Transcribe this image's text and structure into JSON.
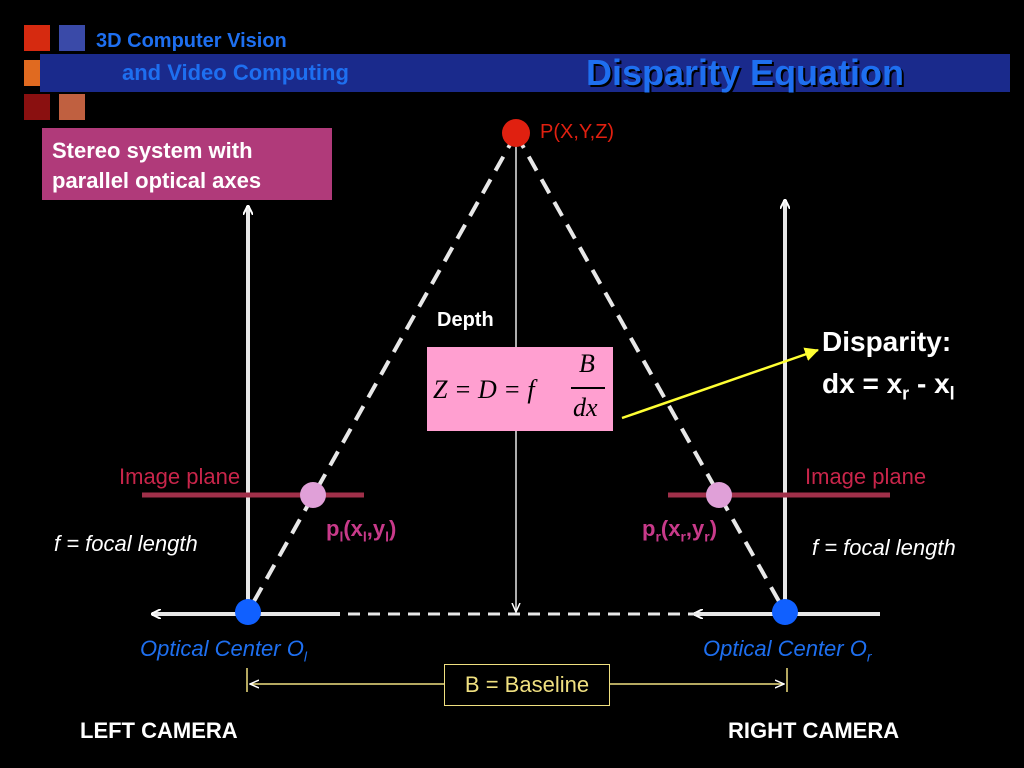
{
  "header": {
    "course_line1": "3D Computer Vision",
    "course_line2": "and Video Computing",
    "title": "Disparity Equation"
  },
  "colors": {
    "background": "#000000",
    "header_text": "#1e6ff0",
    "header_bar": "#1a2a8c",
    "stereo_box": "#b03a7a",
    "equation_box": "#ff9fd0",
    "point_p": "#e02010",
    "image_point": "#e0a0d8",
    "optical_center": "#1060ff",
    "image_plane": "#a0304a",
    "disparity_arrow": "#ffff33",
    "baseline_box": "#f0e080",
    "squares": [
      "#d62a10",
      "#3a4aa8",
      "#e06a20",
      "#b02040",
      "#8a1010",
      "#c06040"
    ]
  },
  "stereo_note": {
    "line1": "Stereo system with",
    "line2": "parallel optical axes"
  },
  "point": {
    "label": "P(X,Y,Z)"
  },
  "depth_label": "Depth",
  "equation": {
    "lhs": "Z = D = f",
    "numerator": "B",
    "denominator": "dx"
  },
  "disparity": {
    "title": "Disparity:",
    "prefix": "dx = x",
    "sub_r": "r",
    "middle": " - x",
    "sub_l": "l"
  },
  "left": {
    "image_plane": "Image plane",
    "focal_length": "f = focal length",
    "point_main": "p",
    "point_sub": "l",
    "point_open": "(x",
    "point_x_sub": "l",
    "point_comma": ",y",
    "point_y_sub": "l",
    "point_close": ")",
    "optical_center": "Optical Center O",
    "optical_sub": "l",
    "camera": "LEFT CAMERA"
  },
  "right": {
    "image_plane": "Image plane",
    "focal_length": "f = focal length",
    "point_main": "p",
    "point_sub": "r",
    "point_open": "(x",
    "point_x_sub": "r",
    "point_comma": ",y",
    "point_y_sub": "r",
    "point_close": ")",
    "optical_center": "Optical Center O",
    "optical_sub": "r",
    "camera": "RIGHT CAMERA"
  },
  "baseline": {
    "label": "B = Baseline"
  }
}
